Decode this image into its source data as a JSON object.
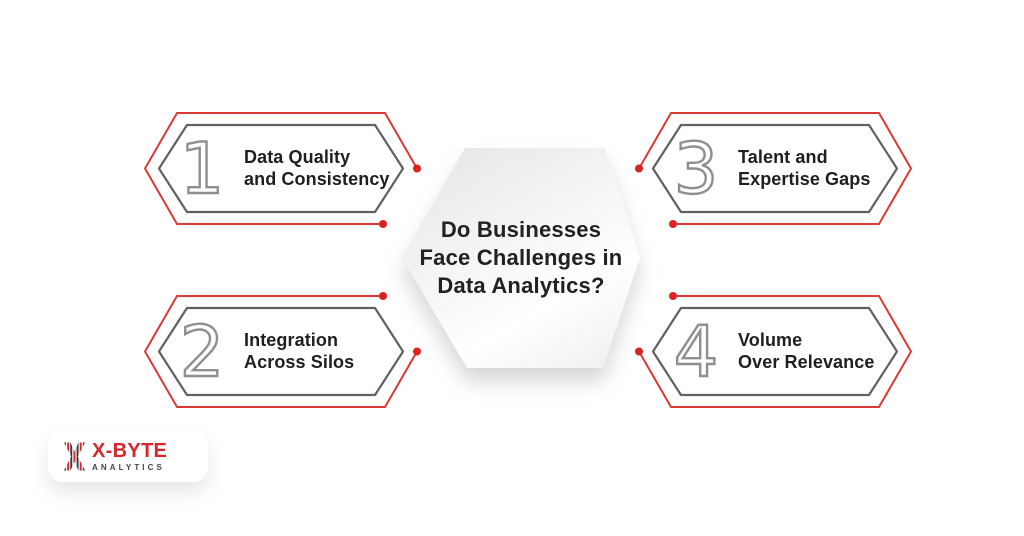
{
  "title": {
    "line1": "Do Businesses",
    "line2": "Face Challenges in",
    "line3": "Data Analytics?"
  },
  "badges": [
    {
      "number": "1",
      "label_line1": "Data Quality",
      "label_line2": "and Consistency"
    },
    {
      "number": "2",
      "label_line1": "Integration",
      "label_line2": "Across Silos"
    },
    {
      "number": "3",
      "label_line1": "Talent and",
      "label_line2": "Expertise Gaps"
    },
    {
      "number": "4",
      "label_line1": "Volume",
      "label_line2": "Over Relevance"
    }
  ],
  "logo": {
    "name": "X-BYTE",
    "subtitle": "ANALYTICS"
  },
  "colors": {
    "accent_red_line": "#d93a35",
    "accent_red_dot": "#d92222",
    "hexagon_outline_gray": "#616161",
    "number_outline_gray": "#8f8f8f",
    "text_dark": "#1f1f1f",
    "center_hexagon_fill": "#f0f0f1",
    "logo_red": "#d8262b",
    "logo_dark": "#46434f",
    "background": "#ffffff"
  }
}
